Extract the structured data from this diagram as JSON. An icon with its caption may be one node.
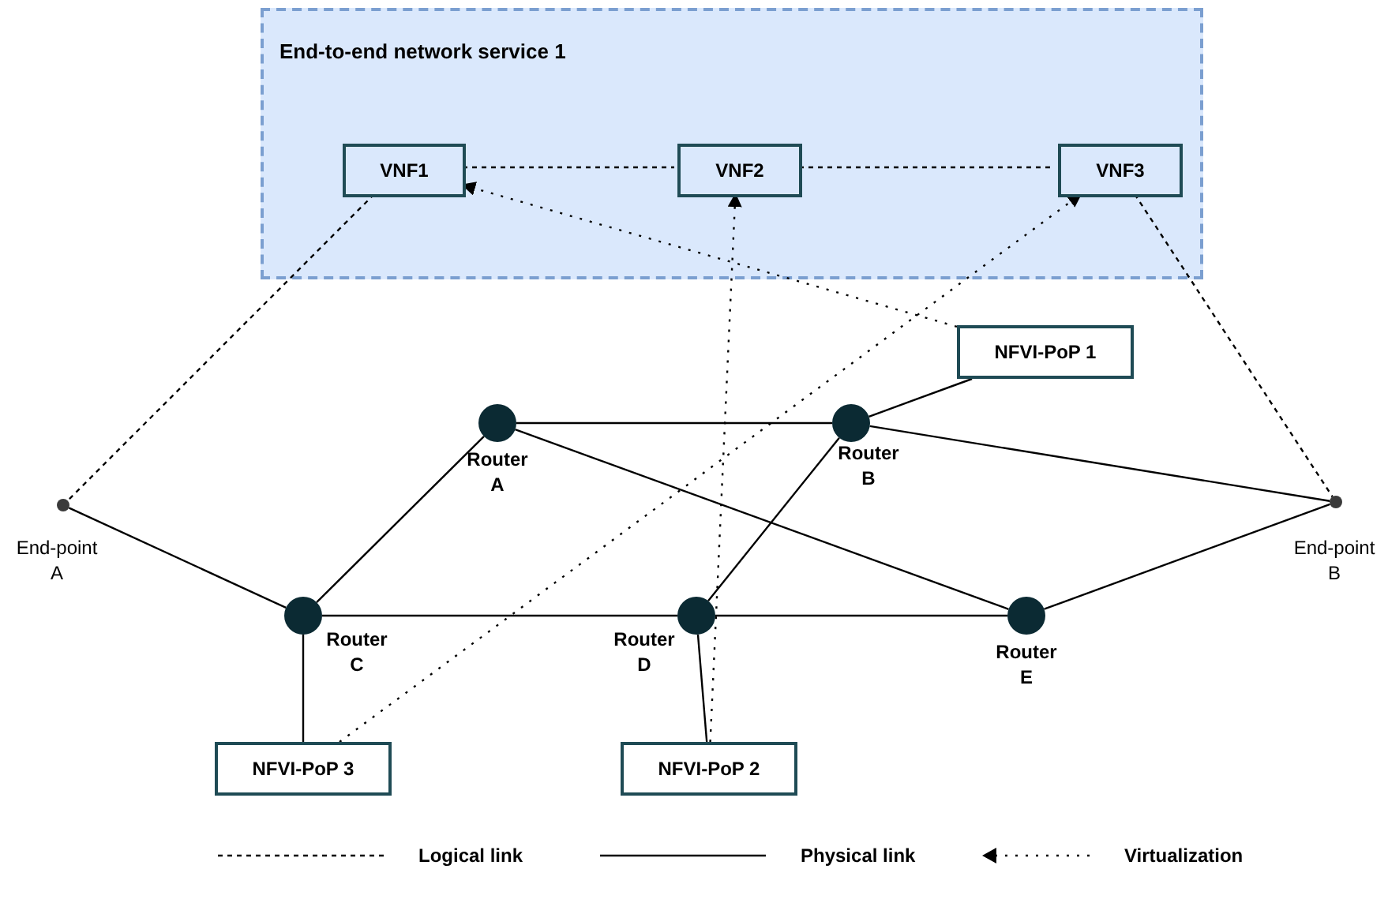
{
  "diagram": {
    "nodes": [
      {
        "text": [
          "End-to-end network service 1"
        ]
      },
      {
        "text": [
          "VNF1"
        ],
        "in": 0
      },
      {
        "text": [
          "VNF2"
        ],
        "in": 0
      },
      {
        "text": [
          "VNF3"
        ],
        "in": 0
      },
      {
        "text": [
          "NFVI-PoP 1"
        ]
      },
      {
        "text": [
          "Router A"
        ]
      },
      {
        "text": [
          "Router B"
        ]
      },
      {
        "text": [
          "End-point A"
        ]
      },
      {
        "text": [
          "End-point B"
        ]
      },
      {
        "text": [
          "Router C"
        ]
      },
      {
        "text": [
          "Router D"
        ]
      },
      {
        "text": [
          "Router E"
        ]
      },
      {
        "text": [
          "NFVI-PoP 3"
        ]
      },
      {
        "text": [
          "NFVI-PoP 2"
        ]
      }
    ],
    "edges": [
      {
        "from": 1,
        "to": 2,
        "arrow": "none",
        "style": "dashed"
      },
      {
        "from": 2,
        "to": 3,
        "arrow": "none",
        "style": "dashed"
      },
      {
        "from": 1,
        "to": 7,
        "arrow": "none",
        "style": "dashed"
      },
      {
        "from": 3,
        "to": 8,
        "arrow": "none",
        "style": "dashed"
      },
      {
        "from": 4,
        "to": 1,
        "arrow": "to",
        "style": "dashed"
      },
      {
        "from": 13,
        "to": 2,
        "arrow": "to",
        "style": "dashed"
      },
      {
        "from": 12,
        "to": 3,
        "arrow": "to",
        "style": "dashed"
      },
      {
        "from": 5,
        "to": 6,
        "arrow": "none"
      },
      {
        "from": 6,
        "to": 4,
        "arrow": "none"
      },
      {
        "from": 6,
        "to": 8,
        "arrow": "none"
      },
      {
        "from": 5,
        "to": 11,
        "arrow": "none"
      },
      {
        "from": 7,
        "to": 9,
        "arrow": "none"
      },
      {
        "from": 9,
        "to": 5,
        "arrow": "none"
      },
      {
        "from": 9,
        "to": 10,
        "arrow": "none"
      },
      {
        "from": 10,
        "to": 11,
        "arrow": "none"
      },
      {
        "from": 10,
        "to": 6,
        "arrow": "none"
      },
      {
        "from": 11,
        "to": 8,
        "arrow": "none"
      },
      {
        "from": 9,
        "to": 12,
        "arrow": "none"
      },
      {
        "from": 10,
        "to": 13,
        "arrow": "none"
      }
    ],
    "legend": [
      {
        "text": "Logical link"
      },
      {
        "text": "Physical link"
      },
      {
        "text": "Virtualization"
      }
    ]
  }
}
